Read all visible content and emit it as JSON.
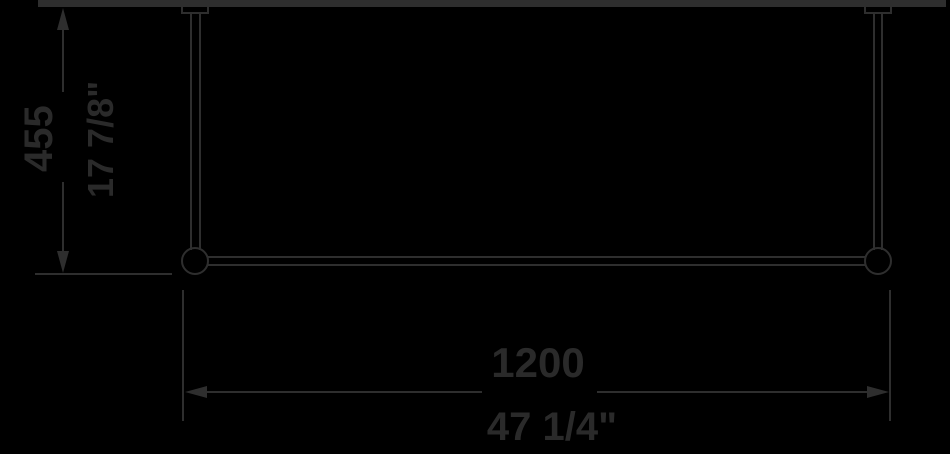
{
  "drawing": {
    "type": "technical-dimension-drawing",
    "colors": {
      "background": "#000000",
      "line": "#2e2e2e",
      "text": "#2a2a2a"
    },
    "height_dimension": {
      "metric": "455",
      "imperial": "17 7/8\""
    },
    "width_dimension": {
      "metric": "1200",
      "imperial": "47 1/4\""
    }
  }
}
